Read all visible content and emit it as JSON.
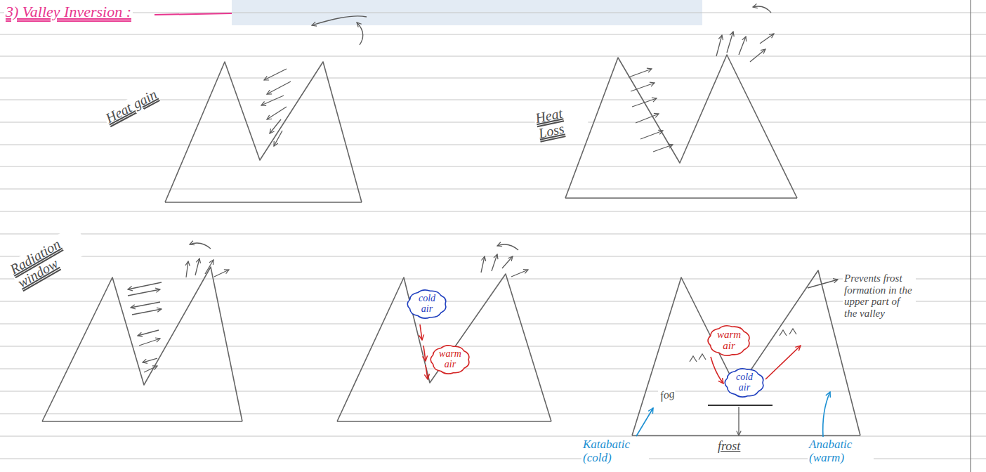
{
  "diagram": {
    "title": "3) Valley Inversion :",
    "nodes": [
      {
        "text": [
          "cold air"
        ]
      },
      {
        "text": [
          "warm air"
        ]
      },
      {
        "text": [
          "warm air"
        ]
      },
      {
        "text": [
          "cold air"
        ]
      }
    ],
    "labels": [
      "Heat gain",
      "Heat Loss",
      "Radiation window",
      "fog",
      "frost",
      "Katabatic (cold)",
      "Anabatic (warm)",
      "Prevents frost formation in the upper part of the valley"
    ]
  }
}
